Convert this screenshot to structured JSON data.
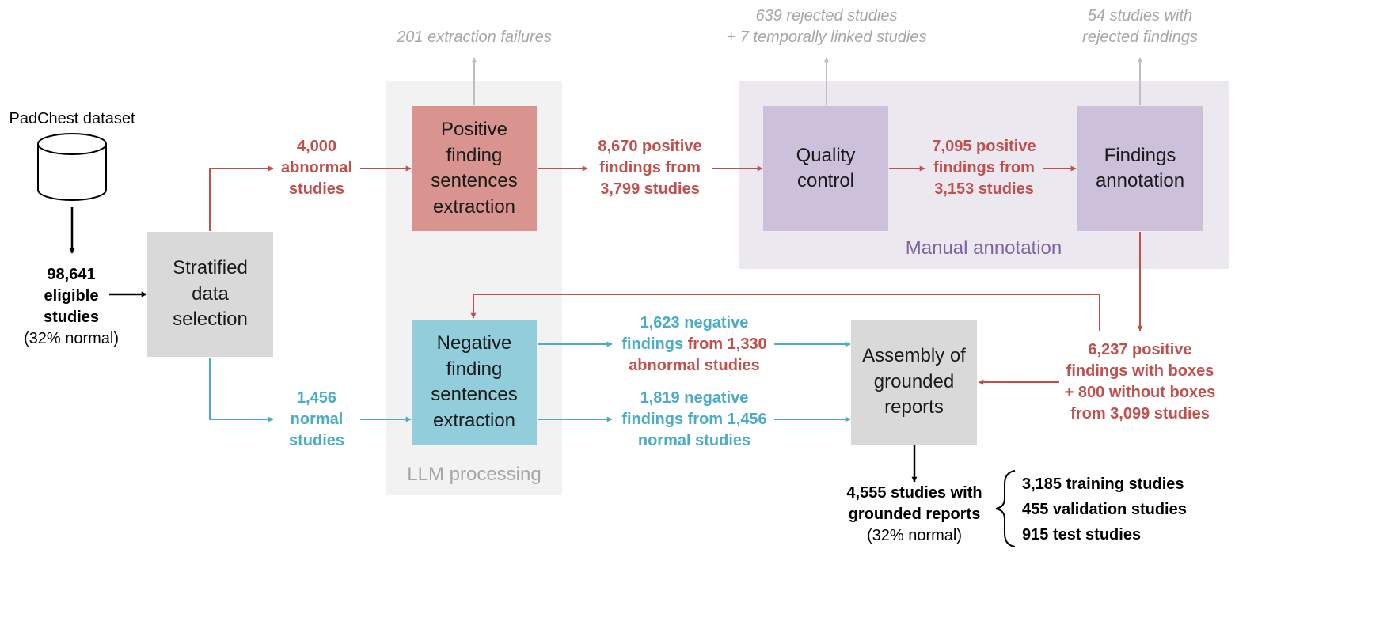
{
  "colors": {
    "red": "#c0504d",
    "teal": "#4bacc6",
    "gray_text": "#a6a6a6",
    "purple_text": "#8064a2",
    "llm_panel": "#f2f2f2",
    "manual_panel": "#ebe8ef",
    "box_gray": "#d9d9d9",
    "box_red": "#d9948f",
    "box_teal": "#92cddc",
    "box_purple": "#ccc0da"
  },
  "icons": {
    "database": "database-cylinder-icon"
  },
  "areas": {
    "llm": "LLM processing",
    "manual": "Manual annotation"
  },
  "dataset": {
    "title": "PadChest dataset",
    "count": "98,641",
    "count_unit_1": "eligible",
    "count_unit_2": "studies",
    "normal_share": "(32% normal)"
  },
  "boxes": {
    "stratified": [
      "Stratified",
      "data",
      "selection"
    ],
    "positive_extraction": [
      "Positive",
      "finding",
      "sentences",
      "extraction"
    ],
    "negative_extraction": [
      "Negative",
      "finding",
      "sentences",
      "extraction"
    ],
    "quality": [
      "Quality",
      "control"
    ],
    "findings_annotation": [
      "Findings",
      "annotation"
    ],
    "assembly": [
      "Assembly of",
      "grounded",
      "reports"
    ]
  },
  "flows": {
    "abnormal": [
      "4,000",
      "abnormal",
      "studies"
    ],
    "normal": [
      "1,456",
      "normal",
      "studies"
    ],
    "positive_8670": [
      "8,670 positive",
      "findings from",
      "3,799 studies"
    ],
    "positive_7095": [
      "7,095 positive",
      "findings from",
      "3,153 studies"
    ],
    "neg_abnormal": {
      "line1": "1,623 negative",
      "line2_teal": "findings",
      "line2_red": " from 1,330",
      "line3": "abnormal studies"
    },
    "neg_normal": [
      "1,819 negative",
      "findings from 1,456",
      "normal studies"
    ],
    "positive_boxes": [
      "6,237 positive",
      "findings with boxes",
      "+ 800 without boxes",
      "from 3,099 studies"
    ]
  },
  "rejections": {
    "extraction_failures": "201 extraction failures",
    "quality_rejects": [
      "639 rejected studies",
      "+ 7 temporally linked studies"
    ],
    "annotation_rejects": [
      "54 studies with",
      "rejected findings"
    ]
  },
  "output": {
    "title_1": "4,555 studies with",
    "title_2": "grounded reports",
    "normal_share": "(32% normal)",
    "splits": [
      "3,185 training studies",
      "455 validation studies",
      "915 test studies"
    ]
  }
}
